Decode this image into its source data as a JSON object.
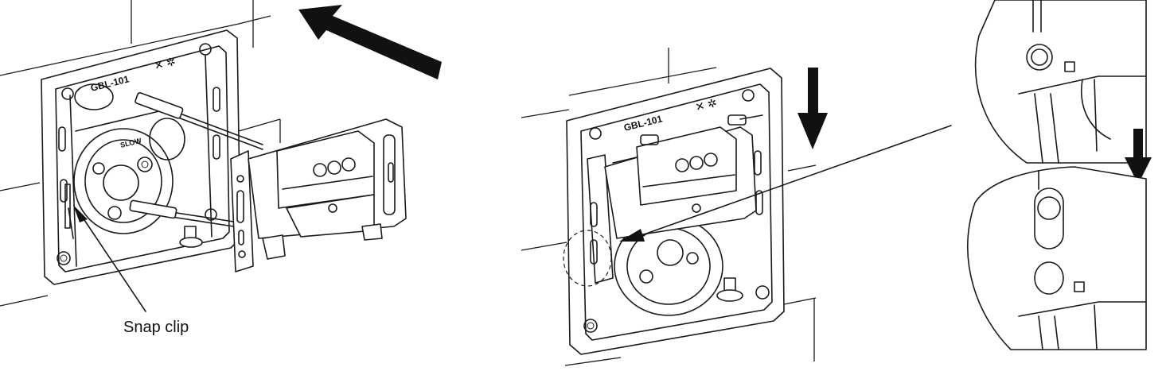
{
  "labels": {
    "snap_clip": "Snap clip",
    "model_left": "GBL-101",
    "model_right": "GBL-101",
    "sl_text": "SLOW"
  },
  "icons": [
    "arrow-icon",
    "magnifier-callout-icon"
  ],
  "colors": {
    "ink": "#111111",
    "background": "#ffffff"
  }
}
